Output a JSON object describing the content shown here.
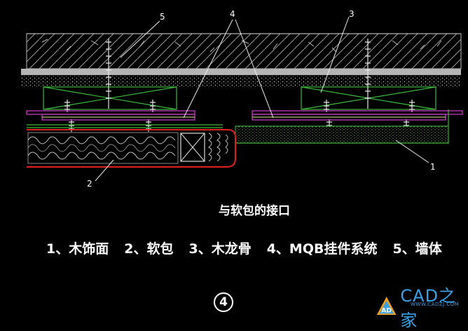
{
  "diagram": {
    "callouts": {
      "c1": "1",
      "c2": "2",
      "c3": "3",
      "c4": "4",
      "c5": "5"
    },
    "title": "与软包的接口",
    "legend": [
      "1、木饰面",
      "2、软包",
      "3、木龙骨",
      "4、MQB挂件系统",
      "5、墙体"
    ],
    "badge": "4"
  },
  "watermark": {
    "brand": "CAD之家",
    "url": "WWW.CADZJ.COM",
    "mark": "AD"
  },
  "colors": {
    "background": "#000000",
    "wall_hatch": "#d0d0d0",
    "mortar": "#c0c0c0",
    "framing": "#3cb83c",
    "panel": "#d23cd2",
    "panel_core": "#e6e6a0",
    "padding_border": "#e02020",
    "screws": "#e8e8e8",
    "logo": "#3aa0e6"
  }
}
